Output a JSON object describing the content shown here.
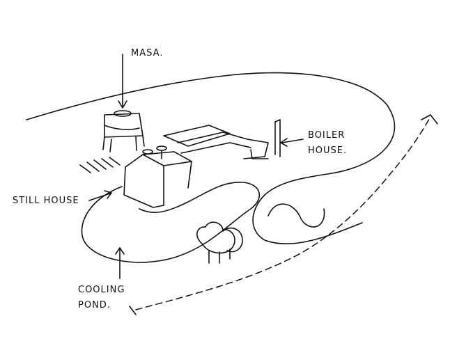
{
  "labels": {
    "masa": "MASA.",
    "boiler_1": "BOILER",
    "boiler_2": "HOUSE.",
    "still_house": "STILL HOUSE",
    "cooling_1": "COOLING",
    "cooling_2": "POND."
  }
}
